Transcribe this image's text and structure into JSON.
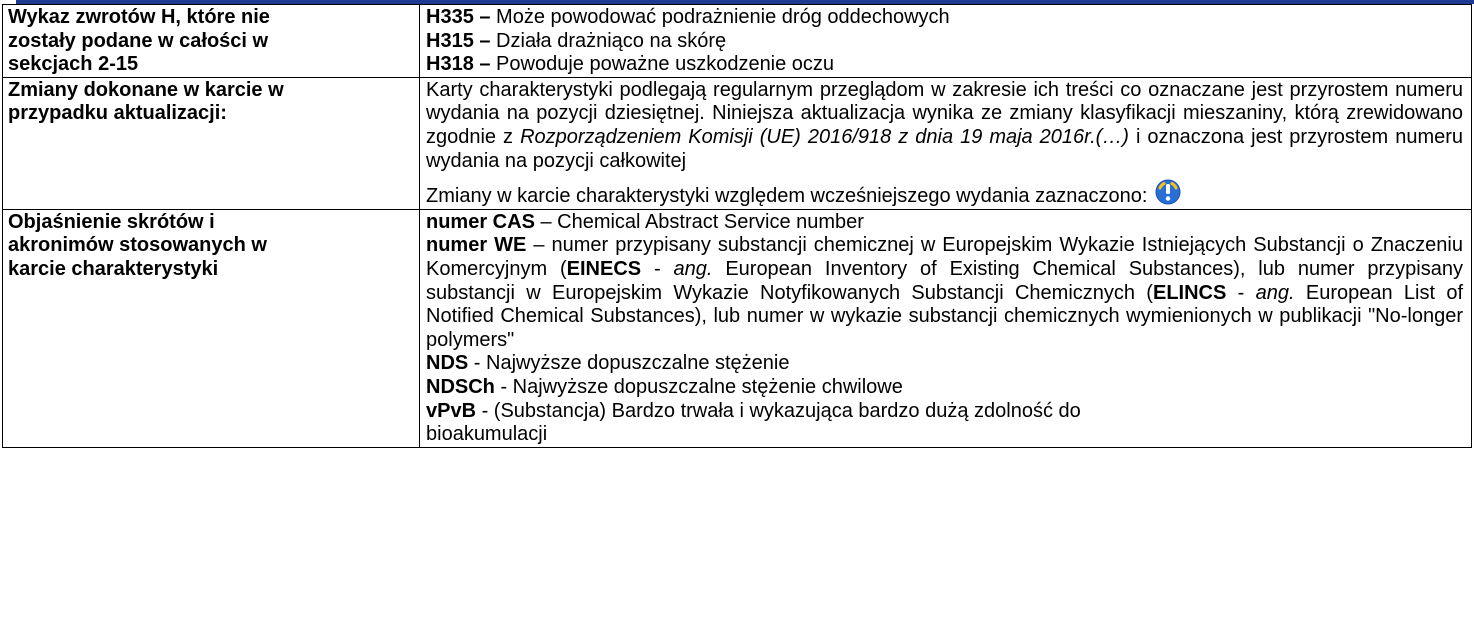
{
  "rows": [
    {
      "label": "Wykaz zwrotów H, które nie zostały podane w całości w sekcjach 2-15",
      "label_lines": [
        "Wykaz zwrotów H, które nie",
        "zostały podane w całości w",
        "sekcjach 2-15"
      ],
      "phrases": [
        {
          "code": "H335 –",
          "text": " Może powodować podrażnienie dróg oddechowych"
        },
        {
          "code": "H315 –",
          "text": " Działa drażniąco na skórę"
        },
        {
          "code": "H318 –",
          "text": " Powoduje poważne uszkodzenie oczu"
        }
      ]
    },
    {
      "label_lines": [
        "Zmiany dokonane w karcie w",
        "przypadku aktualizacji:"
      ],
      "para_part1": "Karty charakterystyki podlegają regularnym przeglądom w zakresie ich treści co oznaczane jest przyrostem numeru wydania na pozycji dziesiętnej. Niniejsza aktualizacja wynika ze zmiany klasyfikacji mieszaniny, którą zrewidowano zgodnie z ",
      "para_italic": "Rozporządzeniem Komisji (UE) 2016/918 z dnia 19 maja 2016r.(…)",
      "para_part2": " i oznaczona jest przyrostem numeru wydania na pozycji całkowitej",
      "changes_note": "Zmiany w karcie charakterystyki względem wcześniejszego wydania zaznaczono:",
      "changes_icon": "exclamation-marker-icon"
    },
    {
      "label_lines": [
        "Objaśnienie skrótów i",
        "akronimów stosowanych w",
        "karcie charakterystyki"
      ],
      "cas_term": "numer CAS",
      "cas_def": " – Chemical Abstract Service number",
      "we_term": "numer WE",
      "we_def_1": " – numer przypisany substancji chemicznej w Europejskim Wykazie Istniejących Substancji o Znaczeniu Komercyjnym (",
      "einecs": "EINECS",
      "sep1": " - ",
      "ang1": "ang.",
      "we_def_2": " European Inventory of Existing Chemical Substances), lub numer przypisany substancji w Europejskim Wykazie Notyfikowanych Substancji Chemicznych (",
      "elincs": "ELINCS",
      "sep2": " - ",
      "ang2": "ang.",
      "we_def_3": " European List of Notified Chemical Substances), lub numer w wykazie substancji chemicznych wymienionych w publikacji \"No-longer polymers\"",
      "nds_term": "NDS",
      "nds_def": " - Najwyższe dopuszczalne stężenie",
      "ndsch_term": "NDSCh",
      "ndsch_def": " - Najwyższe dopuszczalne stężenie chwilowe",
      "vpvb_term": "vPvB",
      "vpvb_def_1": " - (Substancja) Bardzo trwała i wykazująca bardzo dużą zdolność do",
      "vpvb_def_2": "bioakumulacji"
    }
  ],
  "colors": {
    "top_bar": "#1f3a93",
    "icon_blue": "#2a6fd6",
    "icon_yellow": "#f2c21b"
  }
}
